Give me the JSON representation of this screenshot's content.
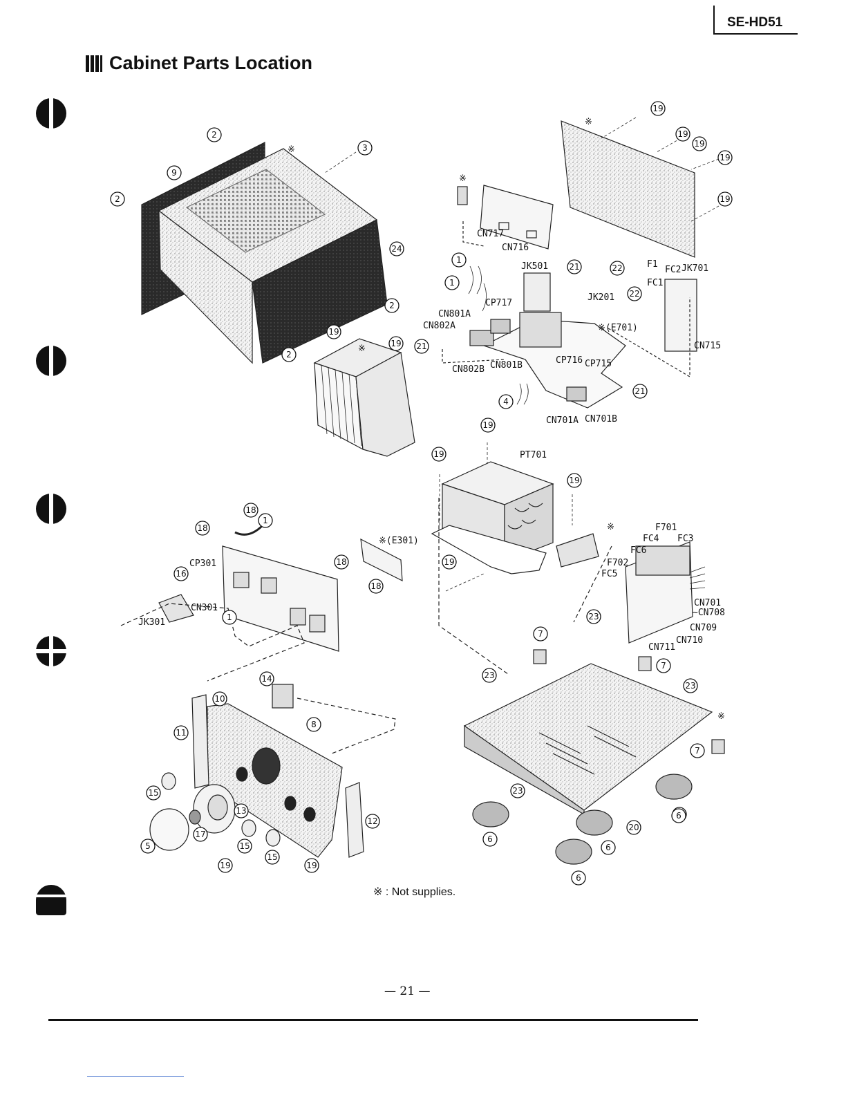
{
  "header": {
    "model": "SE-HD51"
  },
  "title": "Cabinet Parts Location",
  "footnote": "※ : Not supplies.",
  "page_number": "— 21 —",
  "not_supplied_mark": "※",
  "callouts": [
    {
      "n": "2"
    },
    {
      "n": "9"
    },
    {
      "n": "2"
    },
    {
      "n": "3"
    },
    {
      "n": "24"
    },
    {
      "n": "2"
    },
    {
      "n": "2"
    },
    {
      "n": "19"
    },
    {
      "n": "19"
    },
    {
      "n": "19"
    },
    {
      "n": "19"
    },
    {
      "n": "19"
    },
    {
      "n": "19"
    },
    {
      "n": "19"
    },
    {
      "n": "1"
    },
    {
      "n": "1"
    },
    {
      "n": "21"
    },
    {
      "n": "22"
    },
    {
      "n": "22"
    },
    {
      "n": "21"
    },
    {
      "n": "4"
    },
    {
      "n": "21"
    },
    {
      "n": "19"
    },
    {
      "n": "19"
    },
    {
      "n": "19"
    },
    {
      "n": "19"
    },
    {
      "n": "18"
    },
    {
      "n": "1"
    },
    {
      "n": "18"
    },
    {
      "n": "16"
    },
    {
      "n": "18"
    },
    {
      "n": "18"
    },
    {
      "n": "1"
    },
    {
      "n": "14"
    },
    {
      "n": "10"
    },
    {
      "n": "8"
    },
    {
      "n": "11"
    },
    {
      "n": "15"
    },
    {
      "n": "13"
    },
    {
      "n": "17"
    },
    {
      "n": "5"
    },
    {
      "n": "15"
    },
    {
      "n": "15"
    },
    {
      "n": "19"
    },
    {
      "n": "19"
    },
    {
      "n": "12"
    },
    {
      "n": "7"
    },
    {
      "n": "23"
    },
    {
      "n": "7"
    },
    {
      "n": "23"
    },
    {
      "n": "23"
    },
    {
      "n": "7"
    },
    {
      "n": "23"
    },
    {
      "n": "6"
    },
    {
      "n": "6"
    },
    {
      "n": "6"
    },
    {
      "n": "6"
    },
    {
      "n": "20"
    },
    {
      "n": "6"
    }
  ],
  "labels": [
    {
      "t": "CN717"
    },
    {
      "t": "CN716"
    },
    {
      "t": "JK501"
    },
    {
      "t": "CP717"
    },
    {
      "t": "CN801A"
    },
    {
      "t": "CN802A"
    },
    {
      "t": "CN802B"
    },
    {
      "t": "CN801B"
    },
    {
      "t": "CP716"
    },
    {
      "t": "CP715"
    },
    {
      "t": "JK201"
    },
    {
      "t": "※(E701)"
    },
    {
      "t": "CN701A"
    },
    {
      "t": "CN701B"
    },
    {
      "t": "F1"
    },
    {
      "t": "FC2"
    },
    {
      "t": "JK701"
    },
    {
      "t": "FC1"
    },
    {
      "t": "CN715"
    },
    {
      "t": "PT701"
    },
    {
      "t": "F701"
    },
    {
      "t": "FC4"
    },
    {
      "t": "FC3"
    },
    {
      "t": "FC6"
    },
    {
      "t": "F702"
    },
    {
      "t": "FC5"
    },
    {
      "t": "CN701"
    },
    {
      "t": "~CN708"
    },
    {
      "t": "CN709"
    },
    {
      "t": "CN710"
    },
    {
      "t": "CN711"
    },
    {
      "t": "CP301"
    },
    {
      "t": "CN301"
    },
    {
      "t": "JK301"
    },
    {
      "t": "※(E301)"
    }
  ]
}
